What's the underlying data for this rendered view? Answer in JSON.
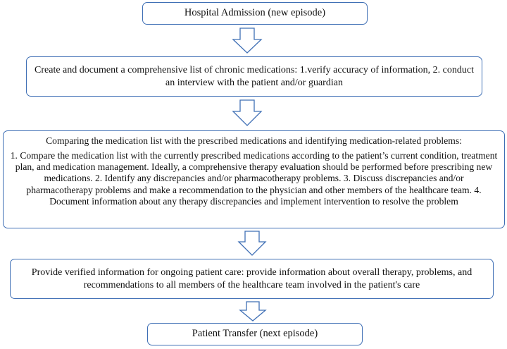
{
  "flowchart": {
    "step1": "Hospital Admission (new episode)",
    "step2": "Create and document a comprehensive list of  chronic medications: 1.verify accuracy of information, 2. conduct an interview with the patient and/or guardian",
    "step3": {
      "heading": "Comparing the medication list with the prescribed medications and identifying medication-related problems:",
      "body": "1. Compare the medication list with the currently prescribed medications according to the patient’s current condition, treatment plan, and medication management. Ideally, a comprehensive therapy evaluation should be performed before prescribing new medications. 2. Identify any discrepancies and/or pharmacotherapy problems. 3. Discuss discrepancies and/or pharmacotherapy problems and make a recommendation to the physician and other members of the healthcare team. 4. Document information about any therapy discrepancies and implement intervention to resolve the problem"
    },
    "step4": "Provide verified information for ongoing patient care: provide information about overall therapy, problems, and recommendations to all members of the healthcare team involved in the patient's care",
    "step5": "Patient Transfer (next episode)"
  },
  "colors": {
    "border": "#3f6fb5",
    "text": "#111111",
    "background": "#ffffff"
  }
}
